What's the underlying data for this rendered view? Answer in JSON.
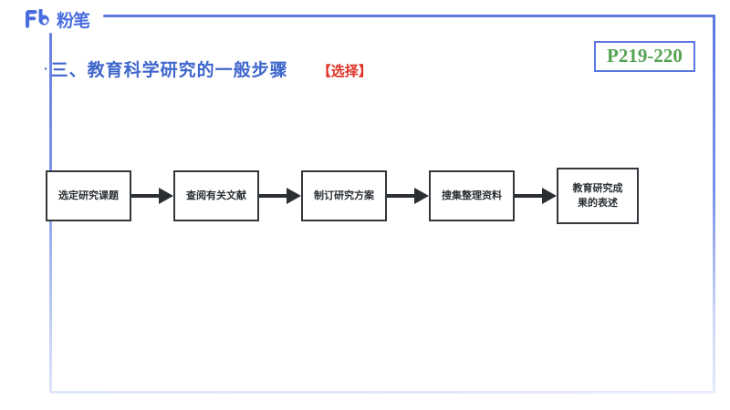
{
  "brand": {
    "logo_mark": "fb-logo-icon",
    "logo_text": "粉笔"
  },
  "header": {
    "bullet": "·",
    "title": "三、教育科学研究的一般步骤",
    "tag": "【选择】",
    "title_color": "#3f66cc",
    "tag_color": "#e03127"
  },
  "page_badge": {
    "label": "P219-220",
    "text_color": "#55a352",
    "border_color": "#5b77e0"
  },
  "flow": {
    "arrow_glyph": "arrow-right-icon",
    "steps": [
      {
        "label": "选定研究课题"
      },
      {
        "label": "查阅有关文献"
      },
      {
        "label": "制订研究方案"
      },
      {
        "label": "搜集整理资料"
      },
      {
        "label": "教育研究成\n果的表述"
      }
    ]
  },
  "frame": {
    "accent_color": "#5b77e0"
  }
}
